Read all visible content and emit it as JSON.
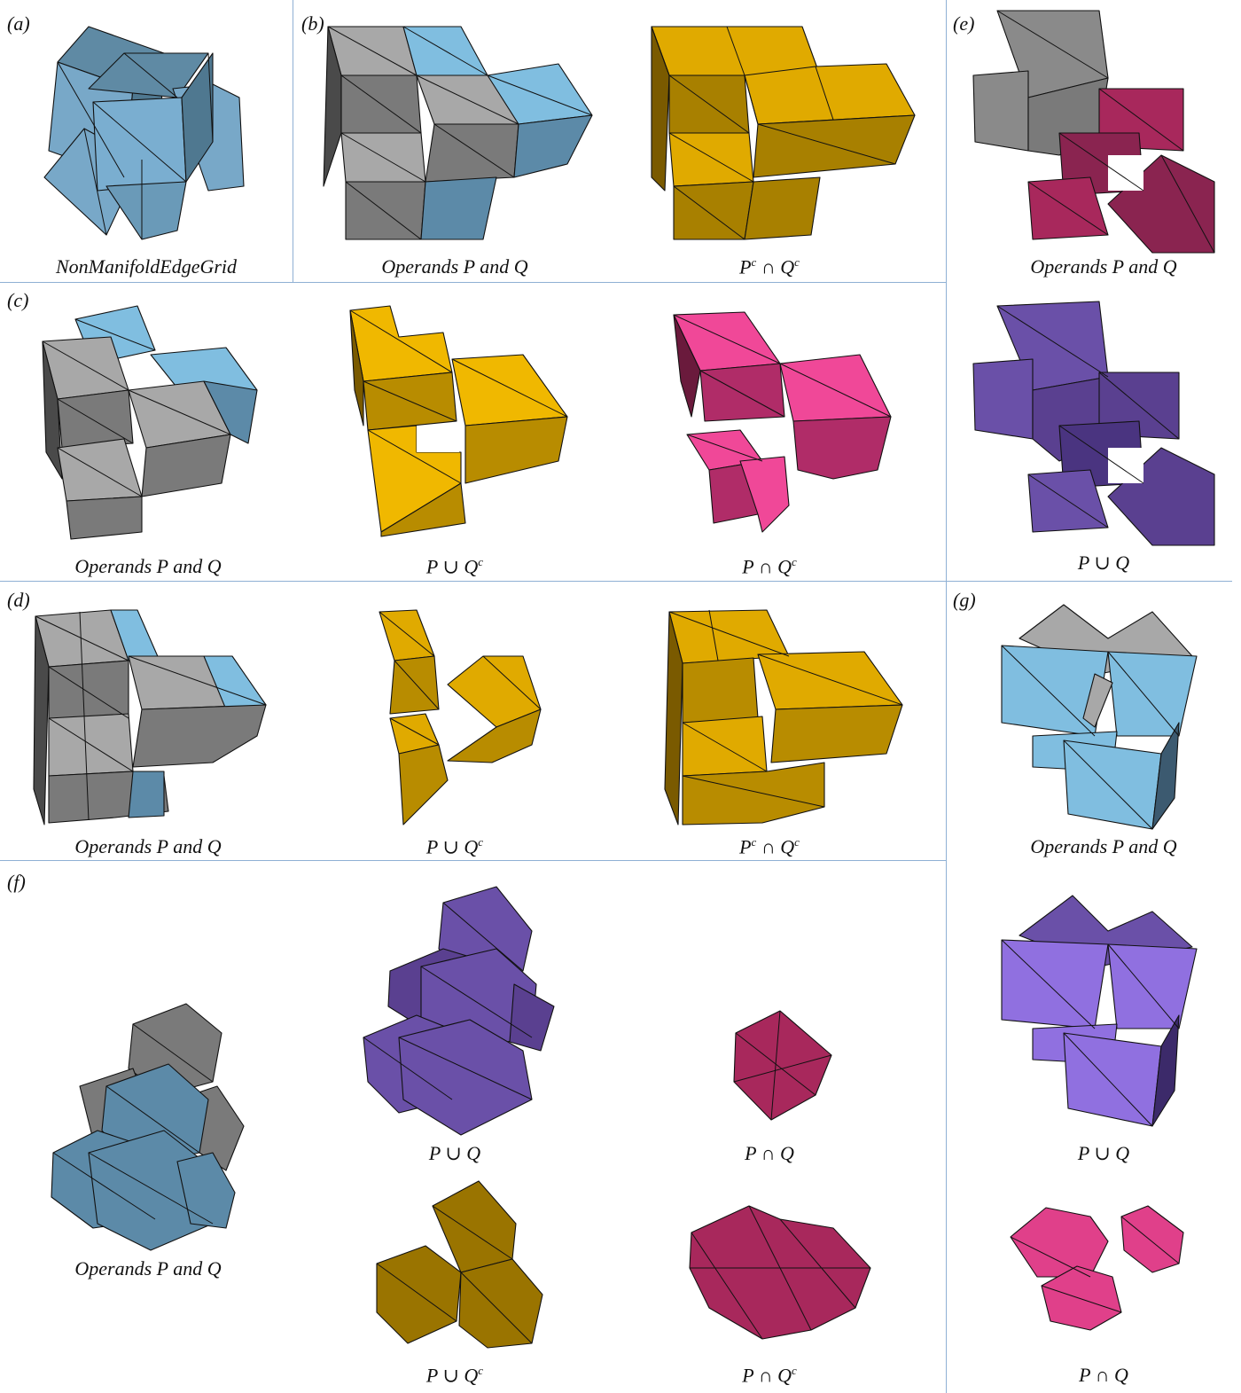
{
  "panels": [
    {
      "id": "a",
      "label": "(a)",
      "captions": [
        "NonManifoldEdgeGrid"
      ]
    },
    {
      "id": "b",
      "label": "(b)",
      "captions": [
        "Operands P and Q",
        "P",
        "c",
        "∩",
        "Q",
        "c"
      ]
    },
    {
      "id": "c",
      "label": "(c)",
      "captions": [
        "Operands P and Q",
        "P",
        "∪",
        "Q",
        "c",
        "P",
        "∩",
        "Q",
        "c"
      ]
    },
    {
      "id": "d",
      "label": "(d)",
      "captions": [
        "Operands P and Q",
        "P",
        "∪",
        "Q",
        "c",
        "P",
        "c",
        "∩",
        "Q",
        "c"
      ]
    },
    {
      "id": "e",
      "label": "(e)",
      "captions": [
        "Operands P and Q",
        "P",
        "∪",
        "Q"
      ]
    },
    {
      "id": "f",
      "label": "(f)",
      "captions": [
        "Operands P and Q",
        "P",
        "∪",
        "Q",
        "P",
        "∩",
        "Q",
        "P",
        "∪",
        "Q",
        "c",
        "P",
        "∩",
        "Q",
        "c"
      ]
    },
    {
      "id": "g",
      "label": "(g)",
      "captions": [
        "Operands P and Q",
        "P",
        "∪",
        "Q",
        "P",
        "∩",
        "Q"
      ]
    }
  ],
  "colors": {
    "blue": "#7fbcdc",
    "gray": "#a8a8a8",
    "gold": "#e0aa00",
    "pink": "#e8448a",
    "maroon": "#a8285c",
    "purple": "#6a50a8",
    "violet": "#9070e0",
    "darkgold": "#9a7400",
    "rule": "#8fb0d4"
  }
}
